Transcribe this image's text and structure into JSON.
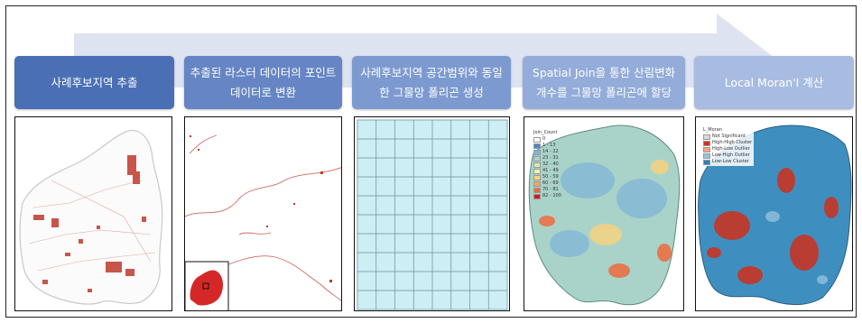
{
  "steps": [
    {
      "label": "사례후보지역 추출",
      "color": "#4a6fb5"
    },
    {
      "label": "추출된 라스터 데이터의 포인트 데이터로 변환",
      "color": "#6585c4"
    },
    {
      "label": "사례후보지역 공간범위와 동일한 그물망 폴리곤 생성",
      "color": "#7d9ad0"
    },
    {
      "label": "Spatial Join을 통한 산림변화 개수를 그물망 폴리곤에 할당",
      "color": "#93acd9"
    },
    {
      "label": "Local Moran'I 계산",
      "color": "#a7bce0"
    }
  ],
  "legend_join": {
    "title": "Join_Count",
    "items": [
      {
        "label": "0",
        "color": "#ffffff"
      },
      {
        "label": "1 - 13",
        "color": "#4a86c5"
      },
      {
        "label": "14 - 22",
        "color": "#7db3d8"
      },
      {
        "label": "23 - 31",
        "color": "#aad6c9"
      },
      {
        "label": "32 - 40",
        "color": "#d6ecb0"
      },
      {
        "label": "41 - 49",
        "color": "#f6f1a6"
      },
      {
        "label": "50 - 59",
        "color": "#fbd27f"
      },
      {
        "label": "60 - 69",
        "color": "#f7a55c"
      },
      {
        "label": "70 - 81",
        "color": "#ee6b3d"
      },
      {
        "label": "82 - 100",
        "color": "#d7191c"
      }
    ]
  },
  "legend_moran": {
    "title": "L_Moran",
    "items": [
      {
        "label": "Not Significant",
        "color": "#d9d9d9"
      },
      {
        "label": "High-High Cluster",
        "color": "#d7301f"
      },
      {
        "label": "High-Low Outlier",
        "color": "#f4a582"
      },
      {
        "label": "Low-High Outlier",
        "color": "#92c5de"
      },
      {
        "label": "Low-Low Cluster",
        "color": "#2c7fb8"
      }
    ]
  }
}
